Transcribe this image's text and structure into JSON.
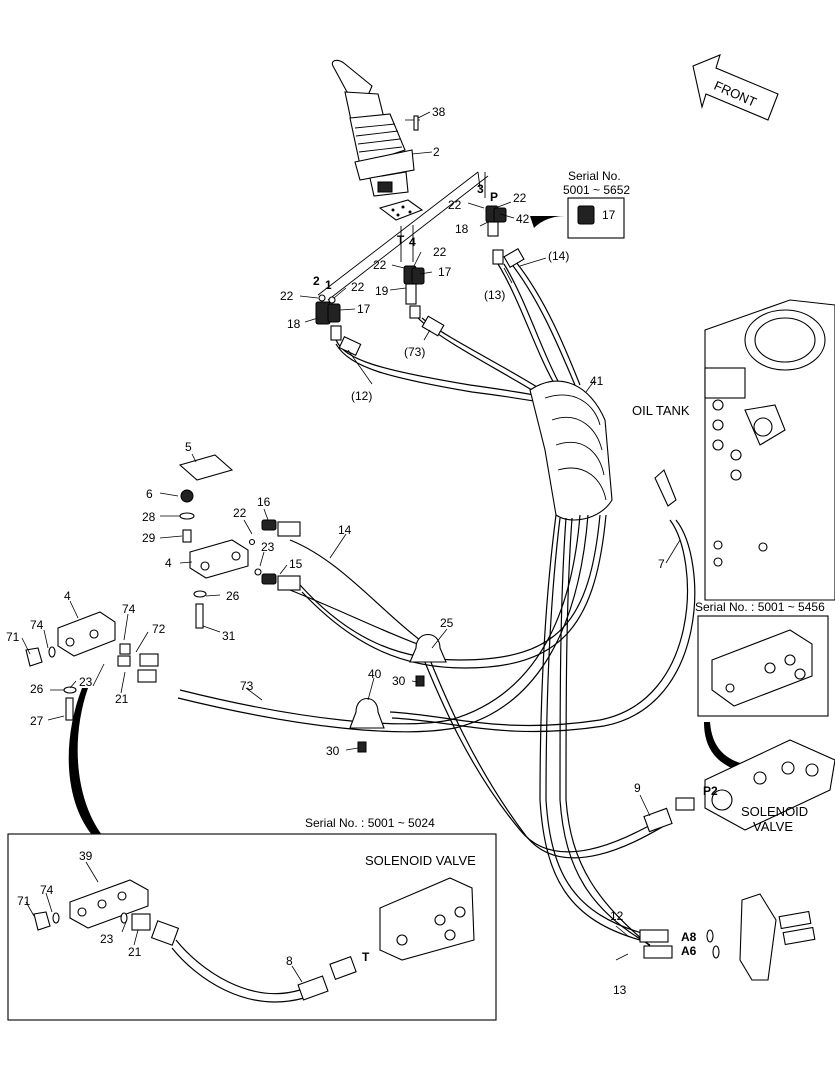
{
  "front_label": "FRONT",
  "serial_top": {
    "title": "Serial No.",
    "range": "5001 ~ 5652",
    "part": "17"
  },
  "serial_mid": {
    "text": "Serial No. : 5001 ~ 5456"
  },
  "serial_bottom": {
    "text": "Serial No. : 5001 ~ 5024",
    "valve_caption": "SOLENOID VALVE"
  },
  "oil_tank_label": "OIL TANK",
  "solenoid_caption": {
    "line1": "SOLENOID",
    "line2": "VALVE"
  },
  "port_letters": {
    "t_bottom": "T",
    "p2": "P2",
    "a8": "A8",
    "a6": "A6"
  },
  "joystick_ports": {
    "p1": "1",
    "p2": "2",
    "p3": "3",
    "p4": "4",
    "pP": "P",
    "pT": "T"
  },
  "labels": {
    "l38": "38",
    "l2": "2",
    "l22a": "22",
    "l22b": "22",
    "l18a": "18",
    "l42": "42",
    "l22c": "22",
    "l22d": "22",
    "l17a": "17",
    "l19": "19",
    "l22e": "22",
    "l22f": "22",
    "l17b": "17",
    "l18b": "18",
    "l14p": "(14)",
    "l13p": "(13)",
    "l73p": "(73)",
    "l12p": "(12)",
    "l41": "41",
    "l5": "5",
    "l6": "6",
    "l28": "28",
    "l29": "29",
    "l4a": "4",
    "l22g": "22",
    "l16": "16",
    "l23a": "23",
    "l15": "15",
    "l26a": "26",
    "l31": "31",
    "l14": "14",
    "l7": "7",
    "l4b": "4",
    "l74a": "74",
    "l71a": "71",
    "l74b": "74",
    "l72": "72",
    "l26b": "26",
    "l23b": "23",
    "l21a": "21",
    "l27": "27",
    "l73": "73",
    "l25": "25",
    "l40": "40",
    "l30a": "30",
    "l30b": "30",
    "l9": "9",
    "l12": "12",
    "l13": "13",
    "l39": "39",
    "l74c": "74",
    "l71b": "71",
    "l23c": "23",
    "l21b": "21",
    "l8": "8"
  }
}
